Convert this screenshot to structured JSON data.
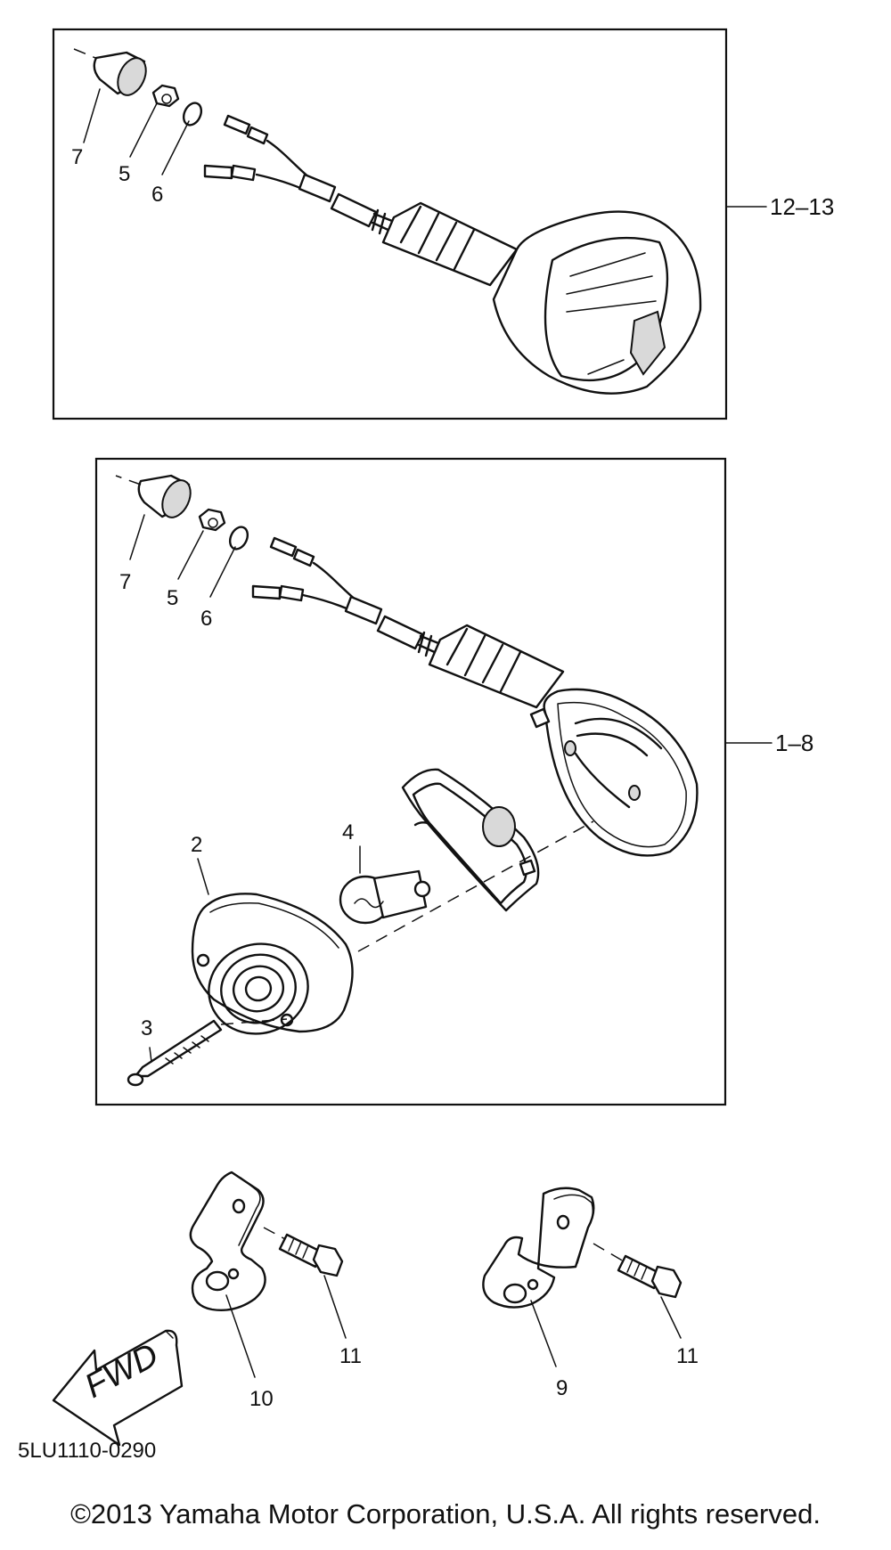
{
  "diagram": {
    "callouts_top": {
      "p7": "7",
      "p5": "5",
      "p6": "6",
      "assembly": "12–13"
    },
    "callouts_mid": {
      "p7": "7",
      "p5": "5",
      "p6": "6",
      "p4": "4",
      "p2": "2",
      "p3": "3",
      "assembly": "1–8"
    },
    "callouts_bottom": {
      "p10": "10",
      "p11a": "11",
      "p9": "9",
      "p11b": "11"
    },
    "fwd_label": "FWD",
    "diagram_code": "5LU1110-0290"
  },
  "footer": {
    "copyright": "©2013 Yamaha Motor Corporation, U.S.A. All rights reserved."
  }
}
